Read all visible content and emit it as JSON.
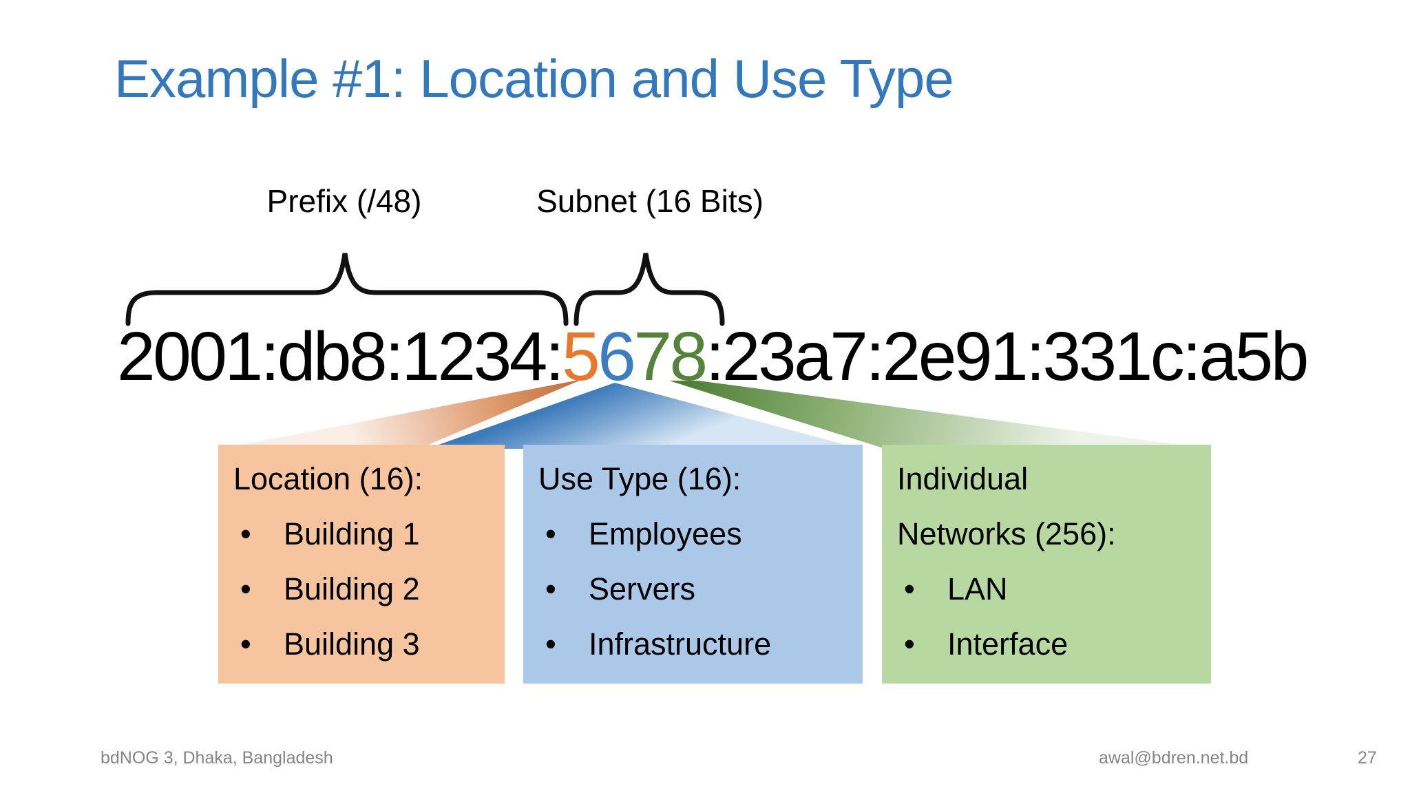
{
  "slide_title": "Example #1: Location and Use Type",
  "annotations": {
    "prefix_label": "Prefix (/48)",
    "subnet_label": "Subnet (16 Bits)"
  },
  "ipv6_address": {
    "segments": [
      {
        "text": "2001:db8:1234:",
        "color": "#000000"
      },
      {
        "text": "5",
        "color": "#E8792C"
      },
      {
        "text": "6",
        "color": "#3C7CC0"
      },
      {
        "text": "78",
        "color": "#55833C"
      },
      {
        "text": ":23a7:2e91:331c:a5b",
        "color": "#000000"
      }
    ],
    "full_text": "2001:db8:1234:5678:23a7:2e91:331c:a5b"
  },
  "bullet_char": "•",
  "boxes": [
    {
      "title": "Location (16):",
      "bullets": [
        "Building 1",
        "Building 2",
        "Building 3"
      ],
      "fill": "#F6C49E",
      "accent": "#E8792C"
    },
    {
      "title": "Use Type (16):",
      "bullets": [
        "Employees",
        "Servers",
        "Infrastructure"
      ],
      "fill": "#ABC8E8",
      "accent": "#3C7CC0"
    },
    {
      "title": "Individual\nNetworks (256):",
      "bullets": [
        "LAN",
        "Interface"
      ],
      "fill": "#B8D8A1",
      "accent": "#55833C"
    }
  ],
  "footer": {
    "left": "bdNOG 3, Dhaka, Bangladesh",
    "email": "awal@bdren.net.bd",
    "page_number": "27"
  },
  "colors": {
    "title_blue": "#3377BD",
    "footer_gray": "#858585",
    "brace_black": "#111111"
  }
}
